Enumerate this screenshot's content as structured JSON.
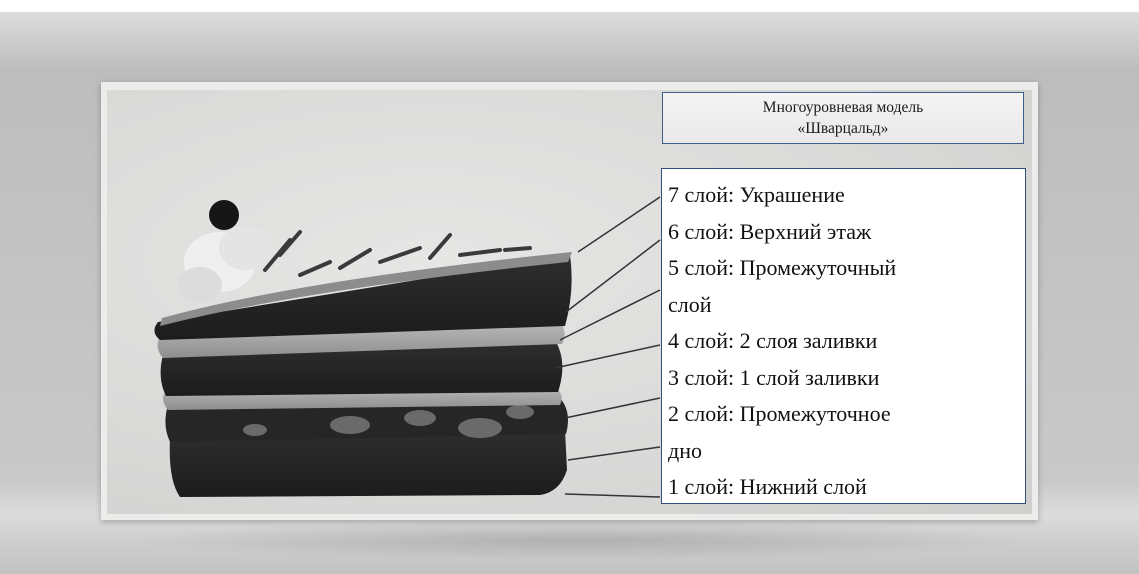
{
  "title": {
    "line1": "Многоуровневая модель",
    "line2": "«Шварцальд»"
  },
  "layers": [
    "7 слой: Украшение",
    "6 слой: Верхний этаж",
    "5 слой: Промежуточный",
    "слой",
    "4 слой: 2 слоя заливки",
    "3 слой: 1 слой заливки",
    "2 слой: Промежуточное",
    "дно",
    "1 слой: Нижний слой"
  ]
}
